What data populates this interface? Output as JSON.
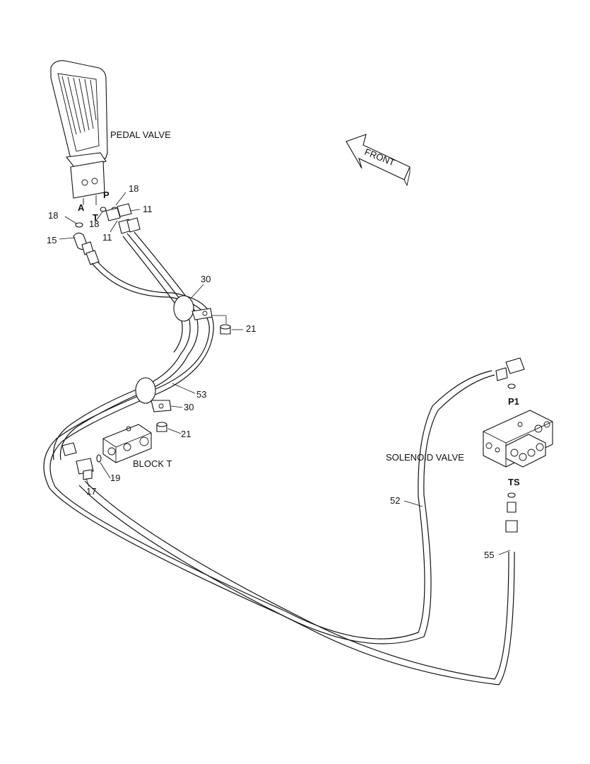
{
  "labels": {
    "pedal_valve": "PEDAL VALVE",
    "front": "FRONT",
    "solenoid_valve": "SOLENOID VALVE",
    "block_t": "BLOCK  T"
  },
  "ports": {
    "a": "A",
    "t": "T",
    "p": "P",
    "p1": "P1",
    "ts": "TS"
  },
  "callouts": {
    "c18_top": "18",
    "c18_left": "18",
    "c18_mid": "18",
    "c11_right": "11",
    "c11_low": "11",
    "c15": "15",
    "c30_top": "30",
    "c30_low": "30",
    "c21_top": "21",
    "c21_low": "21",
    "c53": "53",
    "c19": "19",
    "c17": "17",
    "c52": "52",
    "c55": "55"
  }
}
